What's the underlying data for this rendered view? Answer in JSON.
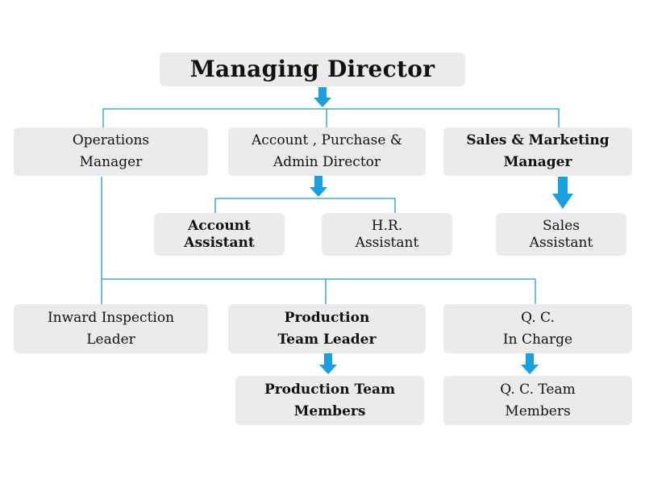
{
  "nodes": {
    "managing_director": {
      "line1": "Managing Director"
    },
    "operations_manager": {
      "line1": "Operations",
      "line2": "Manager"
    },
    "account_director": {
      "line1": "Account , Purchase &",
      "line2": "Admin Director"
    },
    "sales_marketing_manager": {
      "line1": "Sales & Marketing",
      "line2": "Manager"
    },
    "account_assistant": {
      "line1": "Account",
      "line2": "Assistant"
    },
    "hr_assistant": {
      "line1": "H.R.",
      "line2": "Assistant"
    },
    "sales_assistant": {
      "line1": "Sales",
      "line2": "Assistant"
    },
    "inward_inspection_leader": {
      "line1": "Inward Inspection",
      "line2": "Leader"
    },
    "production_team_leader": {
      "line1": "Production",
      "line2": "Team Leader"
    },
    "qc_in_charge": {
      "line1": "Q. C.",
      "line2": "In Charge"
    },
    "production_team_members": {
      "line1": "Production Team",
      "line2": "Members"
    },
    "qc_team_members": {
      "line1": "Q. C. Team",
      "line2": "Members"
    }
  },
  "colors": {
    "box_fill": "#e9ebec",
    "connector": "#1a9ad6",
    "arrow": "#1aa0e0",
    "text": "#111111"
  }
}
